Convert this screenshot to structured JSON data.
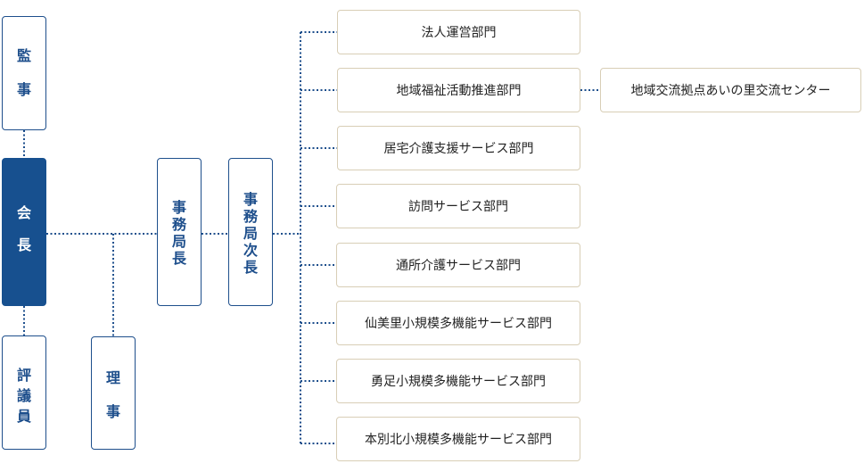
{
  "officers": {
    "auditor": [
      "監",
      "事"
    ],
    "president": [
      "会",
      "長"
    ],
    "councilor": [
      "評",
      "議",
      "員"
    ],
    "director": [
      "理",
      "事"
    ],
    "secretary_general": [
      "事",
      "務",
      "局",
      "長"
    ],
    "deputy_secretary_general": [
      "事",
      "務",
      "局",
      "次",
      "長"
    ]
  },
  "departments": [
    "法人運営部門",
    "地域福祉活動推進部門",
    "居宅介護支援サービス部門",
    "訪問サービス部門",
    "通所介護サービス部門",
    "仙美里小規模多機能サービス部門",
    "勇足小規模多機能サービス部門",
    "本別北小規模多機能サービス部門"
  ],
  "center": "地域交流拠点あいの里交流センター",
  "colors": {
    "primary": "#17508f",
    "dept_border": "#d8ceb6",
    "line": "#1e4f8c"
  }
}
